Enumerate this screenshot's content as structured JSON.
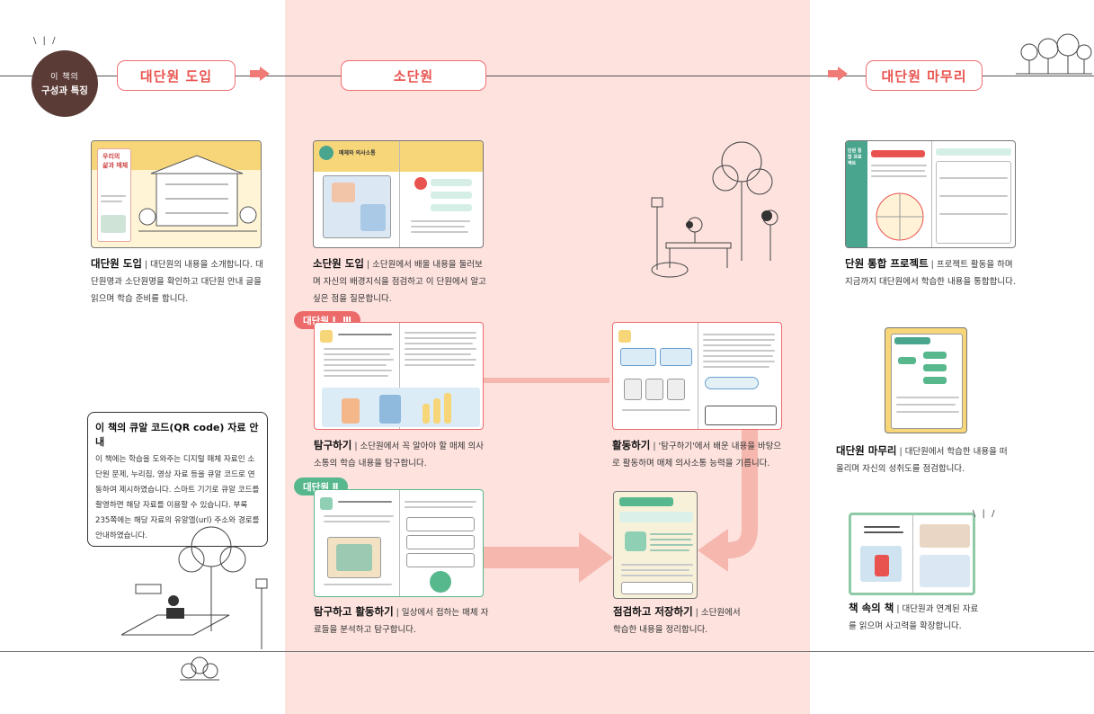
{
  "badge": {
    "line1": "이 책의",
    "line2": "구성과 특징"
  },
  "headers": {
    "intro": "대단원 도입",
    "sub": "소단원",
    "closing": "대단원 마무리"
  },
  "tags": {
    "units_1_3": "대단원 Ⅰ, Ⅲ",
    "unit_2": "대단원 Ⅱ"
  },
  "thumbs": {
    "intro_title_line1": "우리의",
    "intro_title_line2": "삶과 매체",
    "sub_title": "매체와 의사소통",
    "project_title": "단원 통합 프로젝트"
  },
  "cards": {
    "intro": {
      "title": "대단원 도입",
      "text": "대단원의 내용을 소개합니다. 대단원명과 소단원명을 확인하고 대단원 안내 글을 읽으며 학습 준비를 합니다."
    },
    "sub_intro": {
      "title": "소단원 도입",
      "text": "소단원에서 배울 내용을 둘러보며 자신의 배경지식을 점검하고 이 단원에서 알고 싶은 점을 질문합니다."
    },
    "explore": {
      "title": "탐구하기",
      "text": "소단원에서 꼭 알아야 할 매체 의사소통의 학습 내용을 탐구합니다."
    },
    "activity": {
      "title": "활동하기",
      "text": "'탐구하기'에서 배운 내용을 바탕으로 활동하며 매체 의사소통 능력을 기릅니다."
    },
    "explore_activity": {
      "title": "탐구하고 활동하기",
      "text": "일상에서 접하는 매체 자료들을 분석하고 탐구합니다."
    },
    "review": {
      "title": "점검하고 저장하기",
      "text": "소단원에서 학습한 내용을 정리합니다."
    },
    "project": {
      "title": "단원 통합 프로젝트",
      "text": "프로젝트 활동을 하며 지금까지 대단원에서 학습한 내용을 통합합니다."
    },
    "closing": {
      "title": "대단원 마무리",
      "text": "대단원에서 학습한 내용을 떠올리며 자신의 성취도를 점검합니다."
    },
    "book": {
      "title": "책 속의 책",
      "text": "대단원과 연계된 자료를 읽으며 사고력을 확장합니다."
    }
  },
  "qr": {
    "title": "이 책의 큐알 코드(QR code) 자료 안내",
    "body": "이 책에는 학습을 도와주는 디지털 매체 자료인 소단원 문제, 누리집, 영상 자료 등을 큐알 코드로 연동하여 제시하였습니다. 스마트 기기로 큐알 코드를 촬영하면 해당 자료를 이용할 수 있습니다. 부록 235쪽에는 해당 자료의 유알엘(url) 주소와 경로를 안내하였습니다."
  },
  "colors": {
    "accent": "#e9534f",
    "band": "#fde2de",
    "badge": "#5b3b36",
    "flow": "#f6b7ae"
  }
}
